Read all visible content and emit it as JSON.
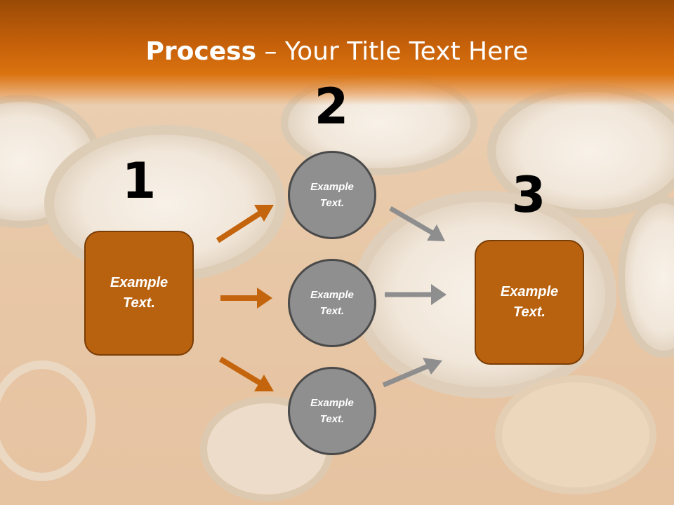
{
  "title": {
    "bold": "Process",
    "rest": " – Your Title Text Here"
  },
  "steps": {
    "one": "1",
    "two": "2",
    "three": "3"
  },
  "boxes": {
    "left": "Example\nText.",
    "right": "Example\nText."
  },
  "circles": {
    "top": "Example\nText.",
    "middle": "Example\nText.",
    "bottom": "Example\nText."
  },
  "colors": {
    "title_bar": "#c8620a",
    "box_fill": "#b8620f",
    "box_border": "#7a3d06",
    "circle_fill": "#8f8f8f",
    "circle_border": "#4a4a4a",
    "arrow_orange": "#c4650d",
    "arrow_gray": "#8e8e8e"
  },
  "background": "beer-mugs-photo"
}
